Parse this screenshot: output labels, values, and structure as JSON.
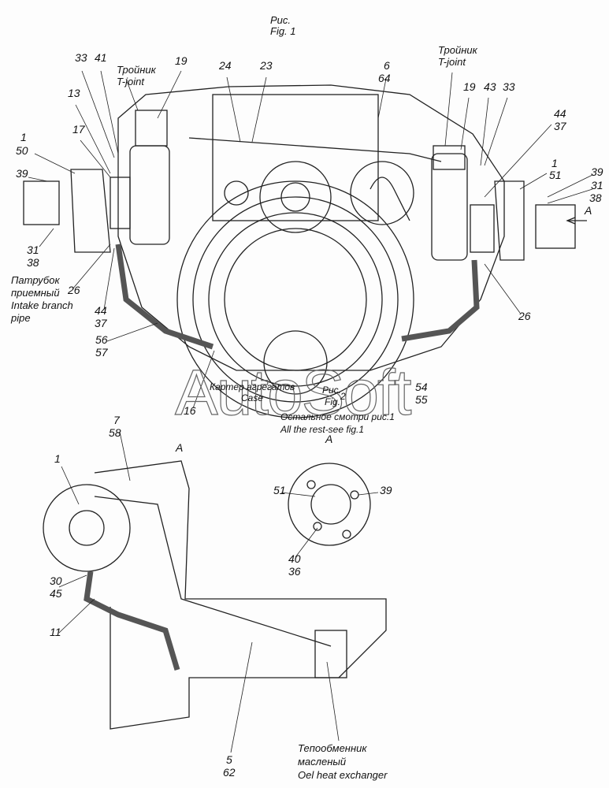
{
  "figure1": {
    "caption_ru": "Рис.",
    "caption_en": "Fig. 1"
  },
  "labels_fig1_left": {
    "n33": "33",
    "n41": "41",
    "tjoint_ru": "Тройник",
    "tjoint_en": "T-joint",
    "n19": "19",
    "n13": "13",
    "n17": "17",
    "n1": "1",
    "n50": "50",
    "n39": "39",
    "n31": "31",
    "n38": "38",
    "intake_ru1": "Патрубок",
    "intake_ru2": "приемный",
    "intake_en1": "Intake branch",
    "intake_en2": "pipe",
    "n26": "26",
    "n44": "44",
    "n37": "37",
    "n56": "56",
    "n57": "57"
  },
  "labels_fig1_center": {
    "n24": "24",
    "n23": "23",
    "n6": "6",
    "n64": "64",
    "case_ru": "Картер агрегатов",
    "case_en": "Case",
    "n16": "16",
    "n54": "54",
    "n55": "55"
  },
  "labels_fig1_right": {
    "tjoint_ru": "Тройник",
    "tjoint_en": "T-joint",
    "n19": "19",
    "n43": "43",
    "n33": "33",
    "n44": "44",
    "n37": "37",
    "n1": "1",
    "n51": "51",
    "n39": "39",
    "n31": "31",
    "n38": "38",
    "view_a": "A",
    "n26": "26"
  },
  "figure2": {
    "caption_ru": "Рис.",
    "caption_en": "Fig.",
    "caption_num": "2",
    "note_ru": "Остальное смотри рис.1",
    "note_en": "All the rest-see fig.1",
    "view_a_left": "A",
    "view_a_right": "A",
    "n7": "7",
    "n58": "58",
    "n1": "1",
    "n30": "30",
    "n45": "45",
    "n11": "11",
    "n51": "51",
    "n39": "39",
    "n40": "40",
    "n36": "36",
    "n5": "5",
    "n62": "62",
    "oil_ru1": "Тепообменник",
    "oil_ru2": "масленый",
    "oil_en": "Oel heat exchanger"
  },
  "watermark": "AutoSoft"
}
